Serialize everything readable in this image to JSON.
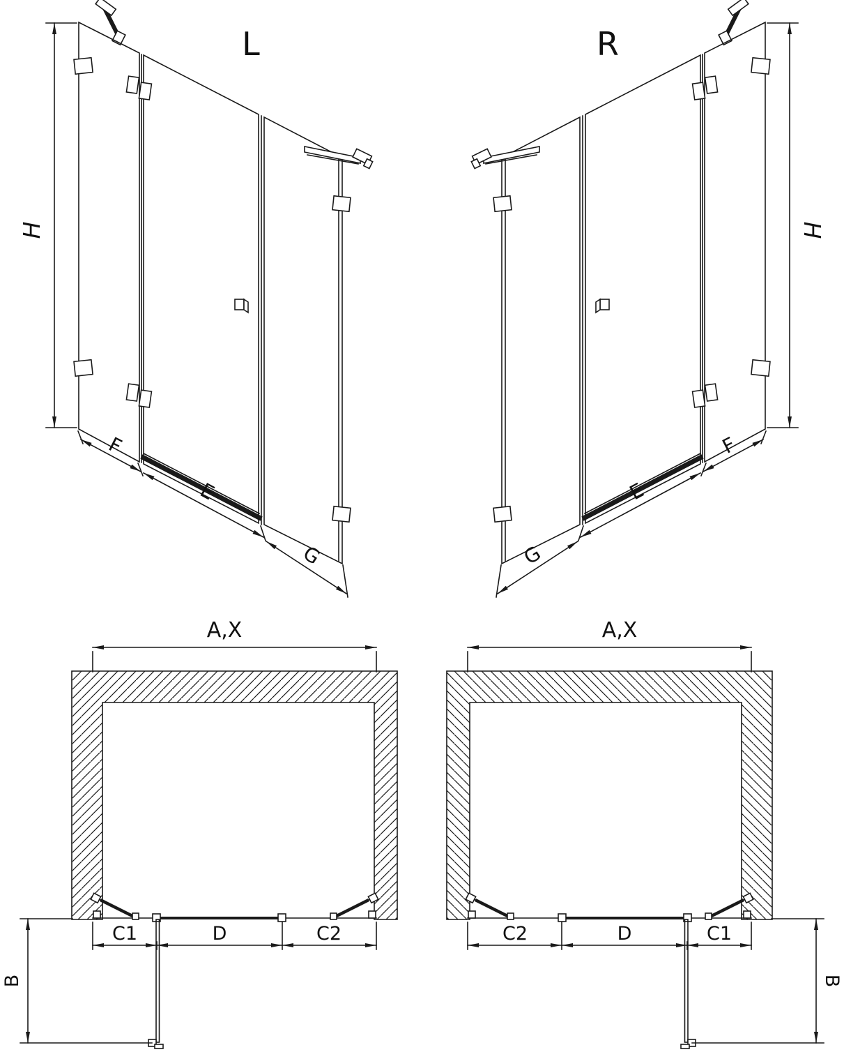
{
  "diagram": {
    "type": "shower-enclosure-technical-drawing",
    "colors": {
      "line": "#1a1a1a",
      "background": "#ffffff"
    },
    "views": {
      "perspective_left": {
        "label": "L"
      },
      "perspective_right": {
        "label": "R"
      }
    },
    "dimensions": {
      "height": "H",
      "fixed_panel": "F",
      "door_panel": "E",
      "return_panel": "G",
      "total_width": "A,X",
      "depth": "B",
      "segment_left": "C1",
      "segment_door": "D",
      "segment_right": "C2"
    }
  }
}
